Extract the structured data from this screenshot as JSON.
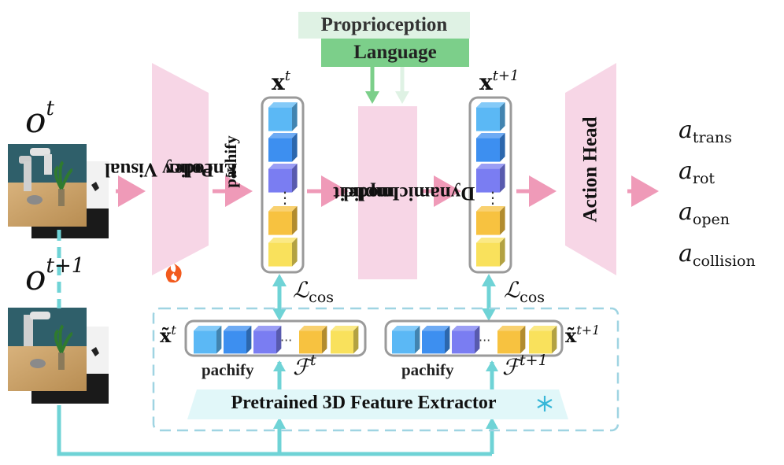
{
  "observations": {
    "current": "o",
    "current_sup": "t",
    "next": "o",
    "next_sup": "t+1"
  },
  "encoder": {
    "label_line1": "Policy Visual",
    "label_line2": "Encoder",
    "trainable_icon": "flame-icon"
  },
  "pachify_label": "pachify",
  "tokens": {
    "current": "x",
    "current_sup": "t",
    "next": "x",
    "next_sup": "t+1",
    "ellipsis": "⋮",
    "colors": [
      "#5bb8f5",
      "#3d8ff0",
      "#7a7df2",
      "#f7c240",
      "#f9e15c"
    ]
  },
  "conditions": {
    "proprioception": "Proprioception",
    "language": "Language",
    "proprio_color": "#dff2e4",
    "language_color": "#7ccf8a"
  },
  "dynamics": {
    "line1": "Implicit",
    "line2": "Dynamic model"
  },
  "action_head": {
    "label": "Action Head"
  },
  "outputs": [
    {
      "base": "a",
      "sub": "trans"
    },
    {
      "base": "a",
      "sub": "rot"
    },
    {
      "base": "a",
      "sub": "open"
    },
    {
      "base": "a",
      "sub": "collision"
    }
  ],
  "loss": {
    "base": "ℒ",
    "sub": "cos"
  },
  "targets": {
    "current": "x̃",
    "current_sup": "t",
    "next": "x̃",
    "next_sup": "t+1",
    "feature_current": "ℱ",
    "feature_current_sup": "t",
    "feature_next": "ℱ",
    "feature_next_sup": "t+1",
    "ellipsis": "···"
  },
  "extractor": {
    "label": "Pretrained 3D Feature Extractor",
    "frozen_icon": "snowflake-icon"
  },
  "colors": {
    "pink": "#f7d6e6",
    "arrow_pink": "#ef9ab8",
    "teal": "#6fd3d6",
    "dash": "#9fd4e2",
    "frame": "#9a9a9a"
  }
}
